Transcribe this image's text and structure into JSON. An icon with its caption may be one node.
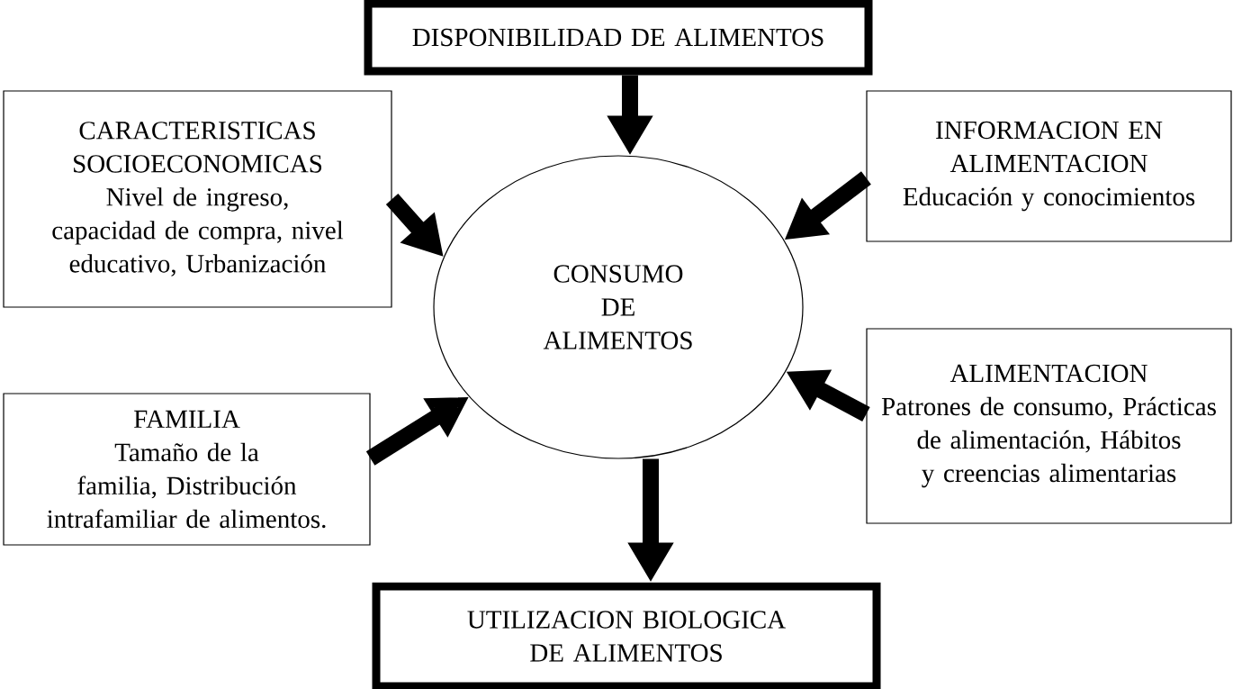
{
  "diagram": {
    "nodes": [
      {
        "text": [
          "DISPONIBILIDAD DE ALIMENTOS"
        ]
      },
      {
        "text": [
          "CARACTERISTICAS SOCIOECONOMICAS",
          "Nivel de ingreso, capacidad de compra, nivel educativo, Urbanización"
        ]
      },
      {
        "text": [
          "INFORMACION EN ALIMENTACION",
          "Educación y conocimientos"
        ]
      },
      {
        "text": [
          "CONSUMO DE ALIMENTOS"
        ]
      },
      {
        "text": [
          "FAMILIA",
          "Tamaño de la familia, Distribución intrafamiliar de alimentos."
        ]
      },
      {
        "text": [
          "ALIMENTACION",
          "Patrones de consumo, Prácticas de alimentación, Hábitos y creencias alimentarias"
        ]
      },
      {
        "text": [
          "UTILIZACION BIOLOGICA DE ALIMENTOS"
        ]
      }
    ],
    "edges": [
      {
        "from": 0,
        "to": 3,
        "arrow": "to"
      },
      {
        "from": 1,
        "to": 3,
        "arrow": "to"
      },
      {
        "from": 2,
        "to": 3,
        "arrow": "to"
      },
      {
        "from": 4,
        "to": 3,
        "arrow": "to"
      },
      {
        "from": 5,
        "to": 3,
        "arrow": "to"
      },
      {
        "from": 3,
        "to": 6,
        "arrow": "to"
      }
    ]
  }
}
